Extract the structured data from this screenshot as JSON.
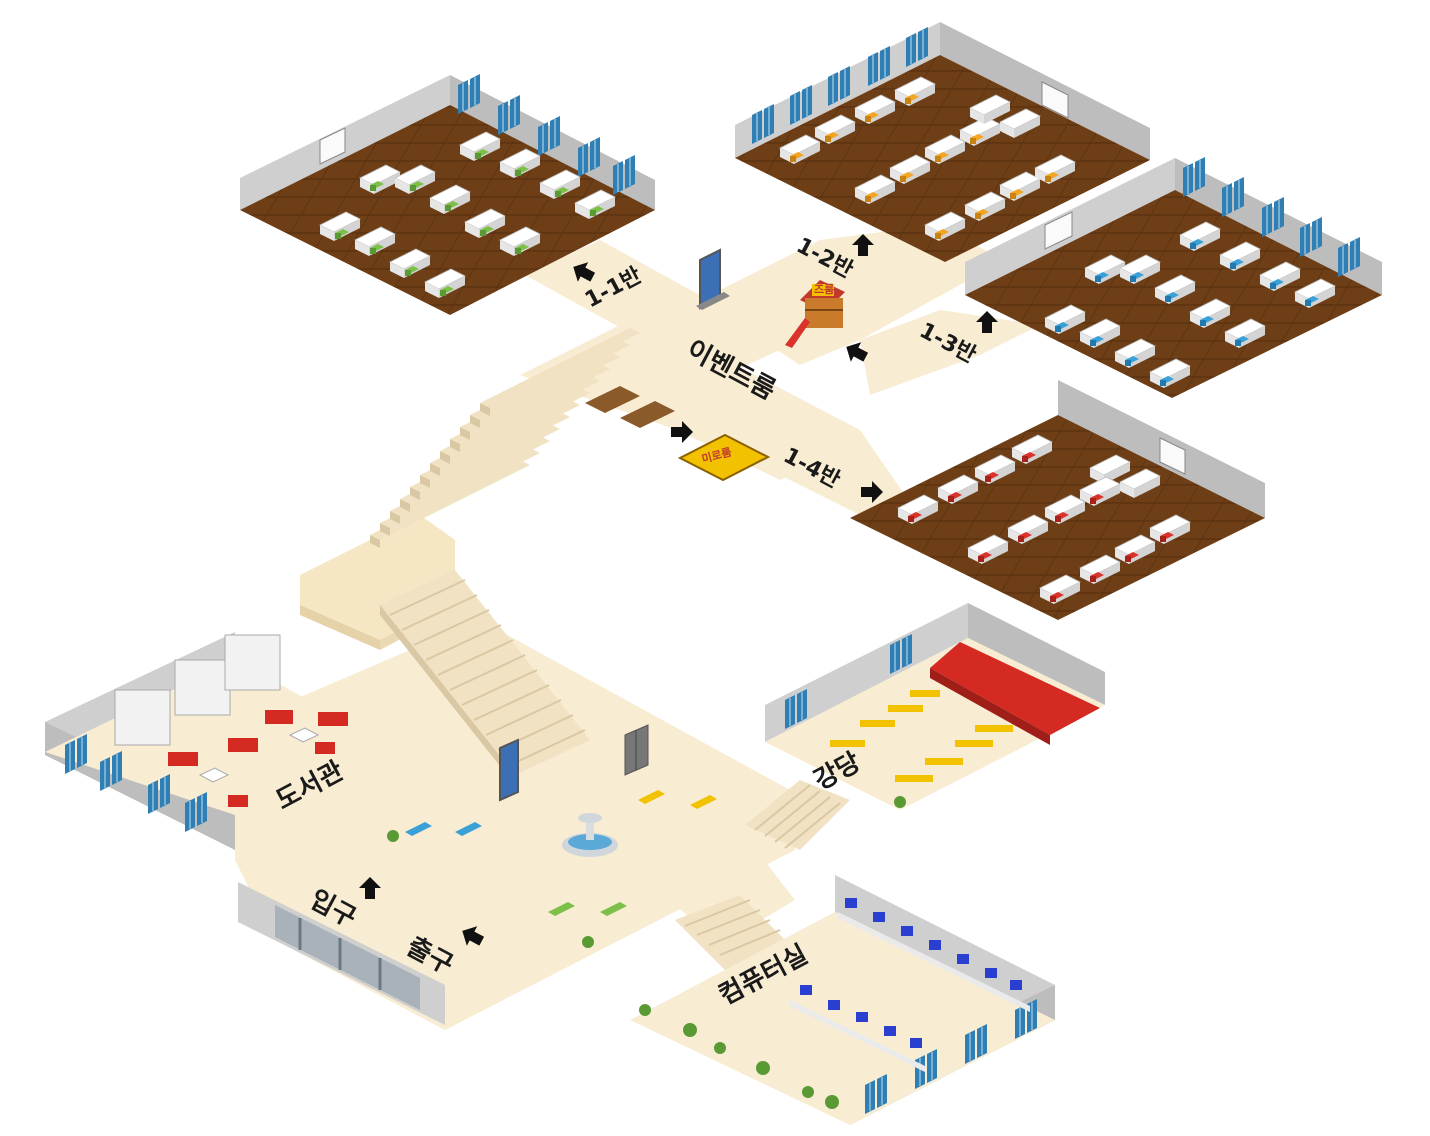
{
  "labels": {
    "class_1_1": "1-1반",
    "class_1_2": "1-2반",
    "class_1_3": "1-3반",
    "class_1_4": "1-4반",
    "event_room": "이벤트룸",
    "library": "도서관",
    "auditorium": "강당",
    "computer_room": "컴퓨터실",
    "entrance": "입구",
    "exit": "출구",
    "slide_sign": "즈룸",
    "floor_mat_sign": "미로룸"
  },
  "colors": {
    "floor_cream": "#f8ecd2",
    "wood_floor": "#6e3f16",
    "wall_gray": "#c9c9c9",
    "window_blue": "#2f7fb4",
    "stage_red": "#d42a22",
    "arrow": "#111111"
  },
  "icons": [
    "arrow-icon",
    "fountain-icon",
    "slide-playground-icon",
    "kiosk-icon",
    "elevator-icon",
    "plant-icon",
    "sofa-icon",
    "monitor-icon"
  ]
}
